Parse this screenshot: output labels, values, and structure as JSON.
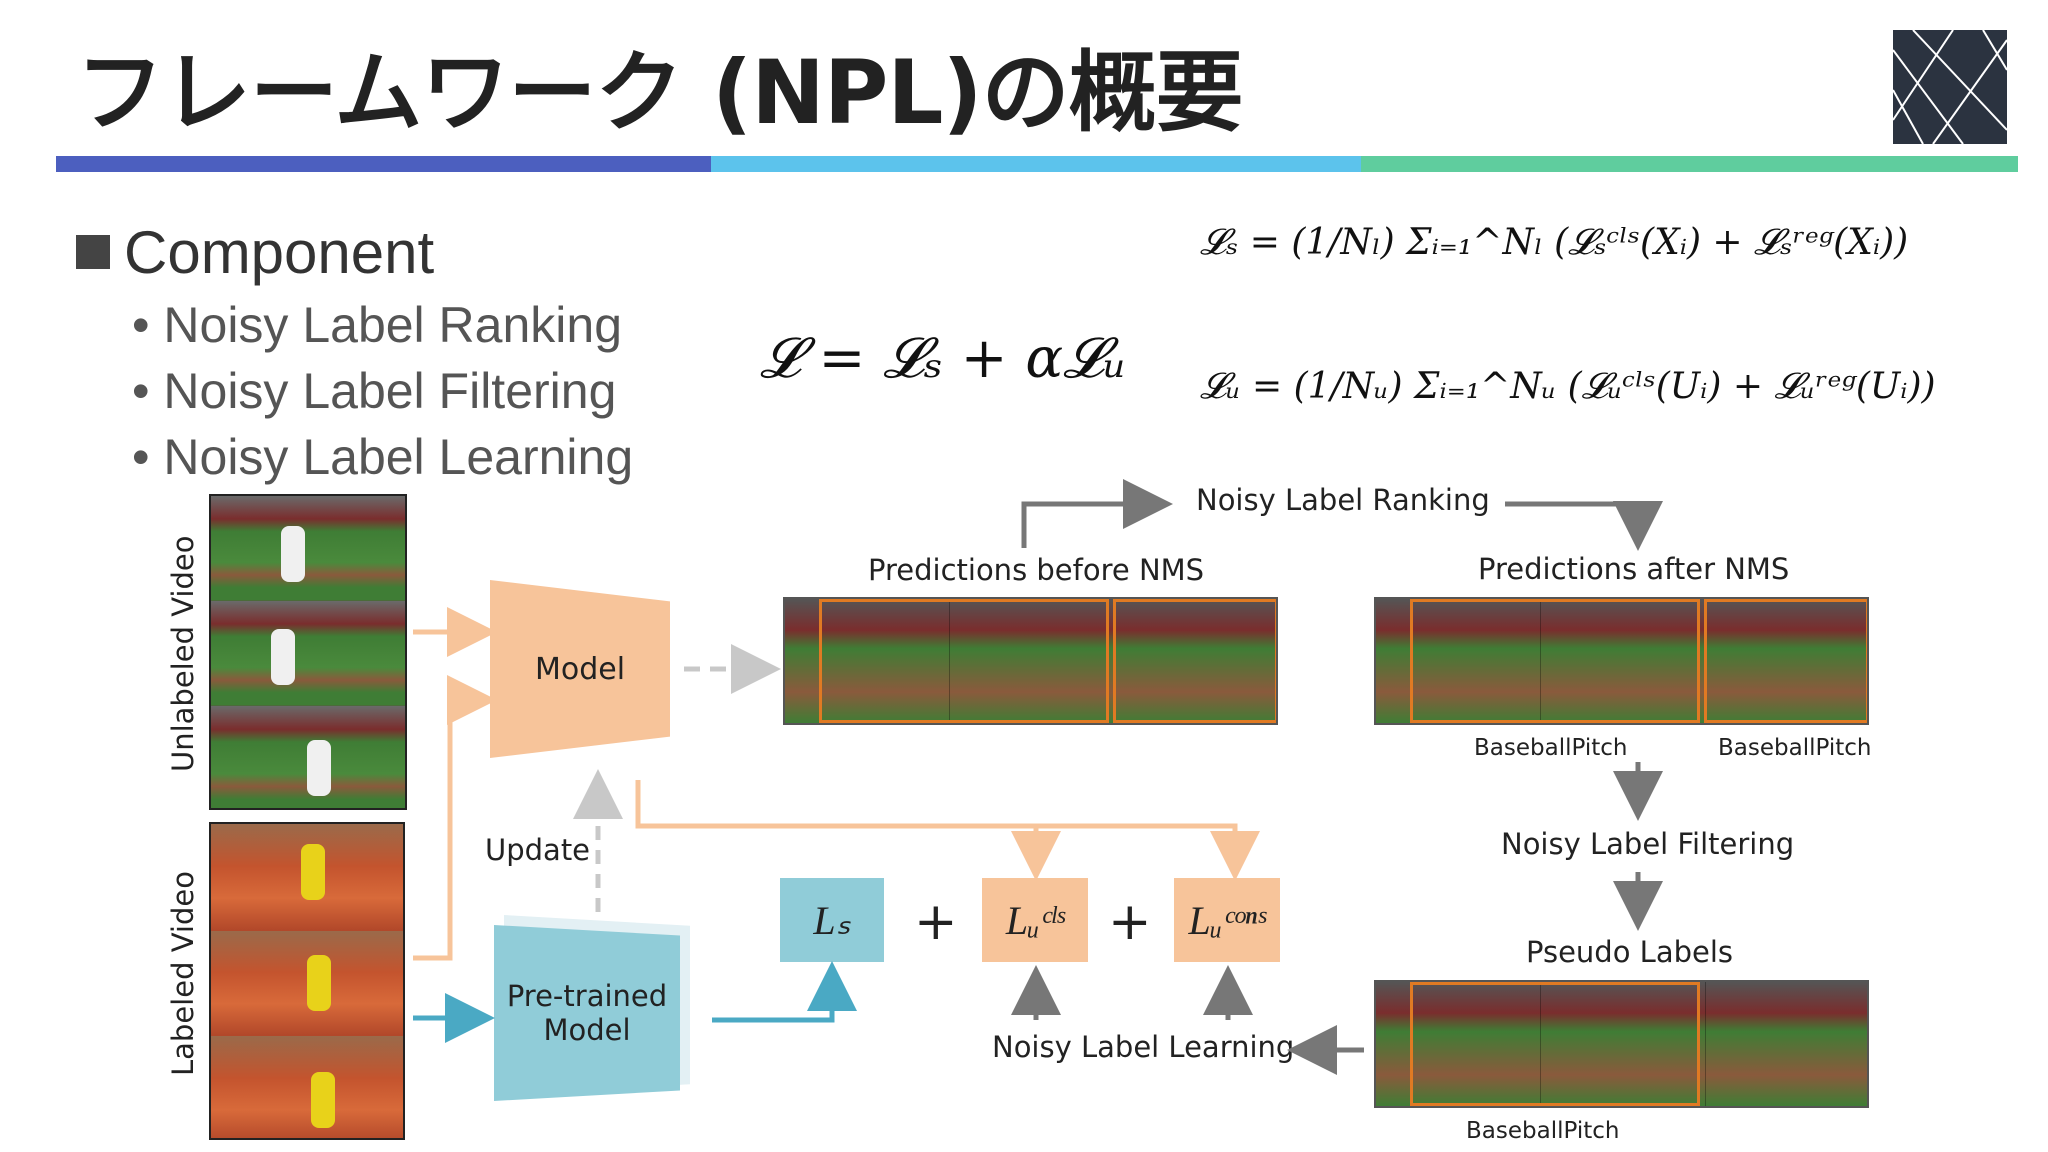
{
  "slide": {
    "title": "フレームワーク (NPL)の概要"
  },
  "bullets": {
    "heading": "Component",
    "items": [
      "Noisy Label Ranking",
      "Noisy Label Filtering",
      "Noisy Label Learning"
    ]
  },
  "equations": {
    "main": "𝓛 = 𝓛ₛ + α𝓛ᵤ",
    "ls": "𝓛ₛ = (1/Nₗ) Σᵢ₌₁^Nₗ (𝓛ₛᶜˡˢ(Xᵢ) + 𝓛ₛʳᵉᵍ(Xᵢ))",
    "lu": "𝓛ᵤ = (1/Nᵤ) Σᵢ₌₁^Nᵤ (𝓛ᵤᶜˡˢ(Uᵢ) + 𝓛ᵤʳᵉᵍ(Uᵢ))"
  },
  "diagram": {
    "unlabeled_video": "Unlabeled Video",
    "labeled_video": "Labeled Video",
    "model": "Model",
    "pretrained_model": "Pre-trained Model",
    "update": "Update",
    "predictions_before": "Predictions before NMS",
    "predictions_after": "Predictions after NMS",
    "noisy_label_ranking": "Noisy Label Ranking",
    "noisy_label_filtering": "Noisy Label Filtering",
    "noisy_label_learning": "Noisy Label Learning",
    "pseudo_labels": "Pseudo Labels",
    "class_label_1": "BaseballPitch",
    "class_label_2": "BaseballPitch",
    "class_label_3": "BaseballPitch",
    "loss_s": "Lₛ",
    "loss_cls": "Lᵤᶜˡˢ",
    "loss_cons": "Lᵤᶜᵒⁿˢ",
    "plus": "+"
  },
  "colors": {
    "bar_blue": "#4c5fbf",
    "bar_cyan": "#5cc3ec",
    "bar_green": "#5fcd9e",
    "peach": "#f7c49a",
    "teal": "#90ccd8",
    "orange_box": "#e07a23"
  }
}
